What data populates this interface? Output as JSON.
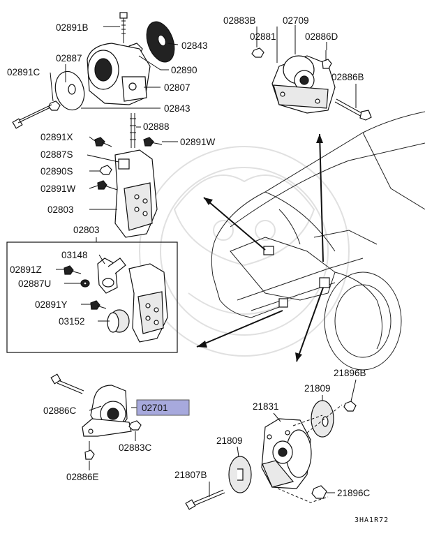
{
  "labels": {
    "l02891B": "02891B",
    "l02843a": "02843",
    "l02887": "02887",
    "l02891C": "02891C",
    "l02890": "02890",
    "l02807": "02807",
    "l02843b": "02843",
    "l02888": "02888",
    "l02891X": "02891X",
    "l02891W_top": "02891W",
    "l02887S": "02887S",
    "l02890S": "02890S",
    "l02891W": "02891W",
    "l02803a": "02803",
    "l02883B": "02883B",
    "l02709": "02709",
    "l02881": "02881",
    "l02886D": "02886D",
    "l02886B": "02886B",
    "l02803b": "02803",
    "l03148": "03148",
    "l02891Z": "02891Z",
    "l02887U": "02887U",
    "l02891Y": "02891Y",
    "l03152": "03152",
    "l02886C": "02886C",
    "l02701": "02701",
    "l02883C": "02883C",
    "l02886E": "02886E",
    "l21896B": "21896B",
    "l21809a": "21809",
    "l21831": "21831",
    "l21809b": "21809",
    "l21807B": "21807B",
    "l21896C": "21896C"
  },
  "highlight": {
    "part": "02701",
    "color": "#a7a9dd"
  },
  "footer_code": "3HA1R72"
}
